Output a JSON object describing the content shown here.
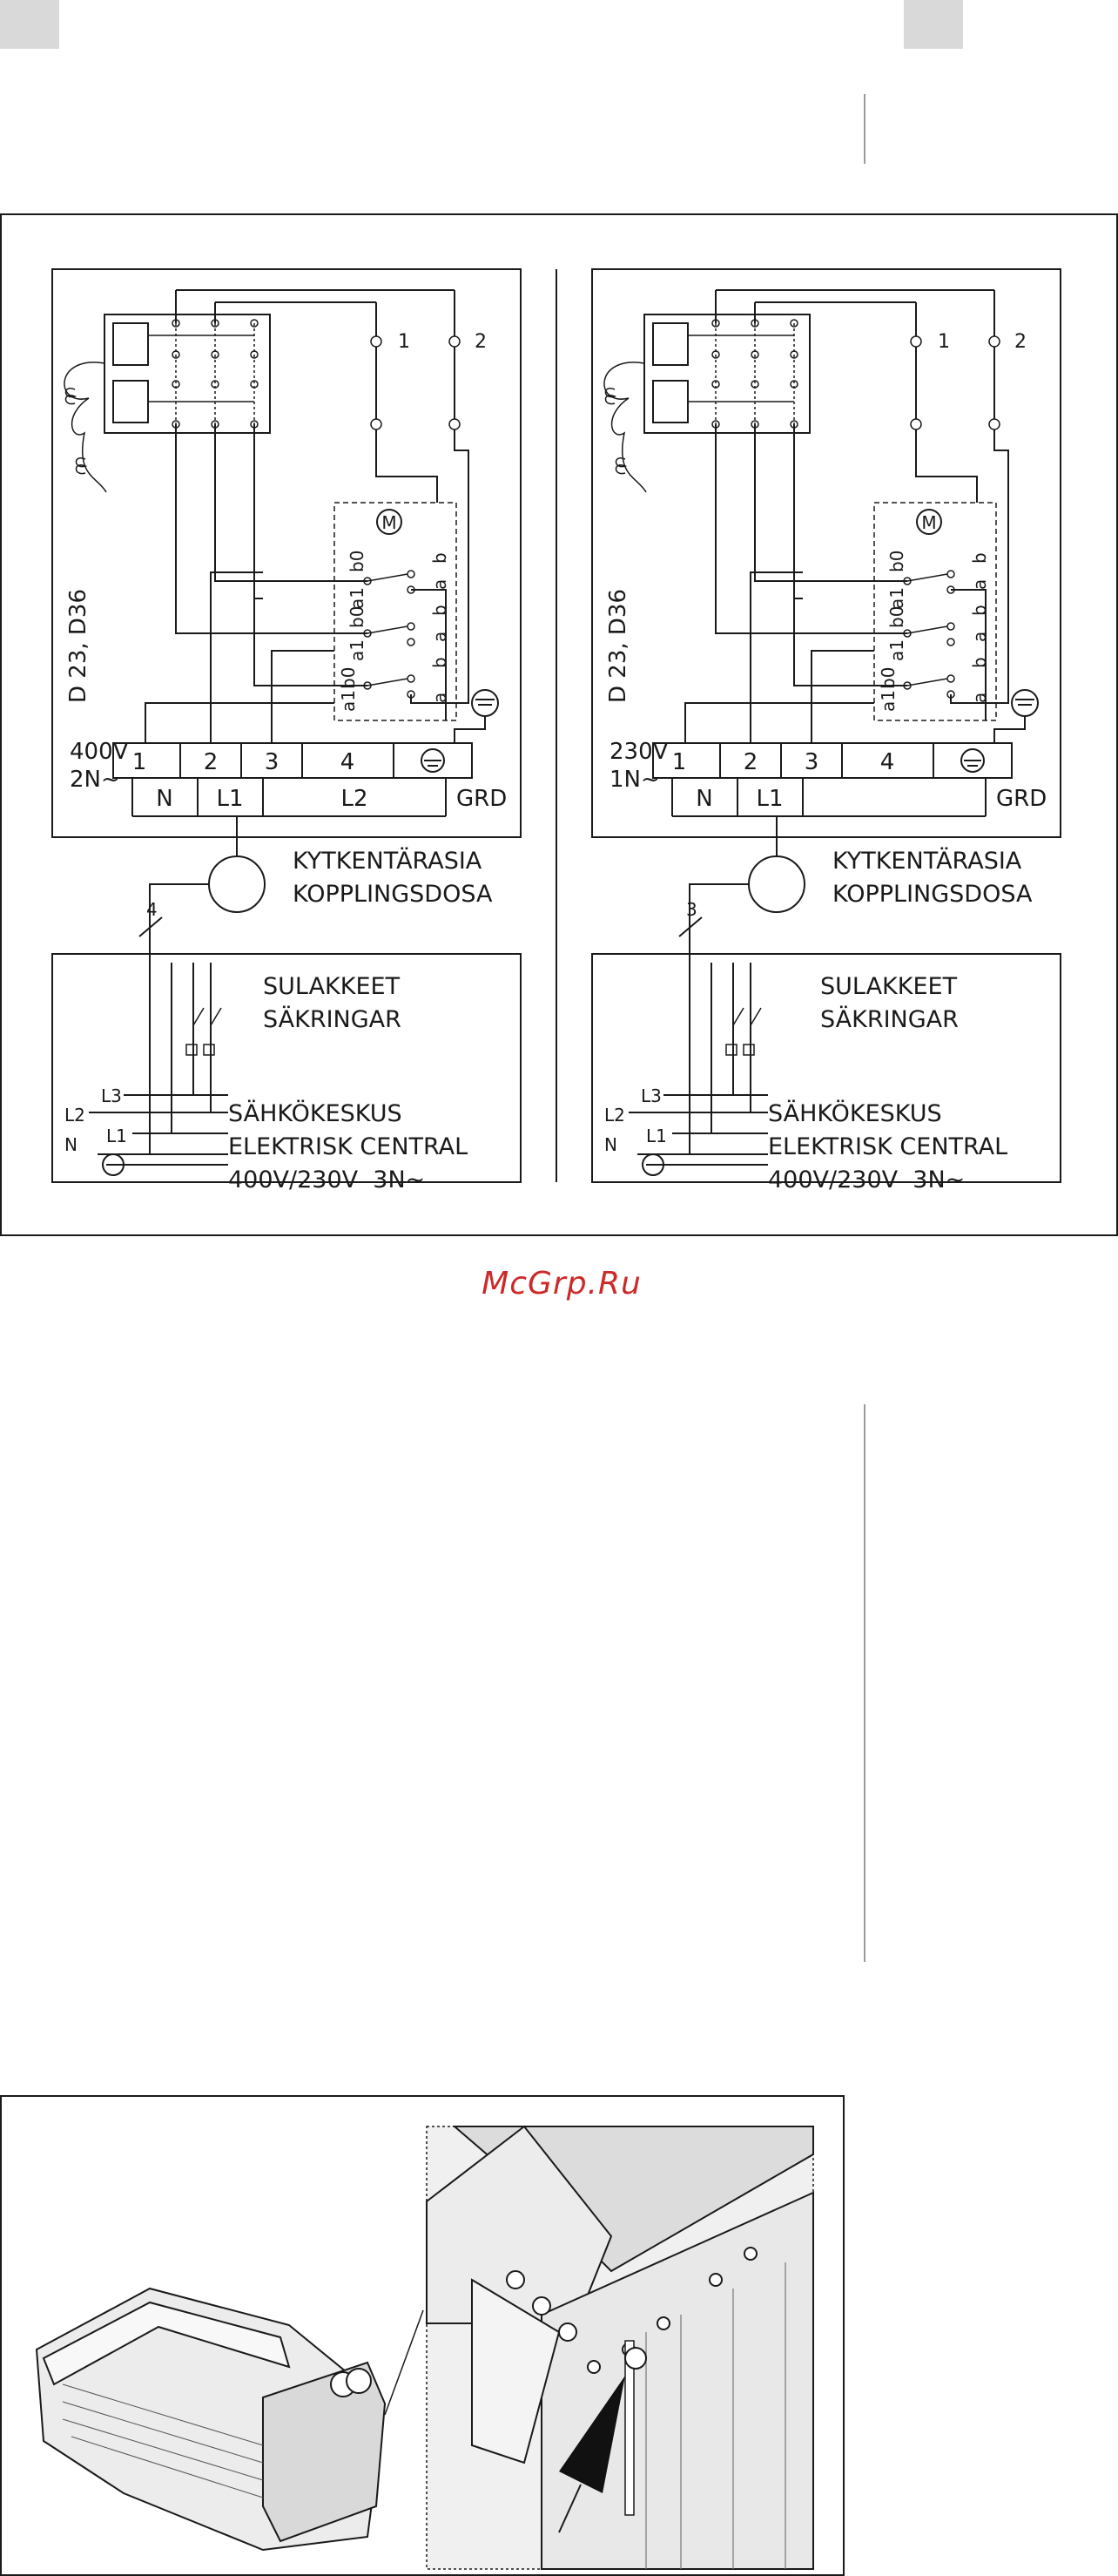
{
  "watermark": "McGrp.Ru",
  "colors": {
    "ink": "#1a1a1a",
    "tab": "#d9d9d9",
    "watermark": "#cc2a2a",
    "rule": "#9a9a9a"
  },
  "diagrams": [
    {
      "model": "D 23, D36",
      "voltage": "400V",
      "phase": "2N~",
      "terminals": [
        "1",
        "2",
        "3",
        "4"
      ],
      "supply_labels": [
        "N",
        "L1",
        "L2"
      ],
      "ground": "GRD",
      "switch_points": [
        "1",
        "2"
      ],
      "motor": "M",
      "contact_labels": [
        "b0",
        "a1",
        "b0",
        "a1",
        "b",
        "b",
        "b",
        "a",
        "a",
        "a",
        "a1",
        "b0"
      ],
      "junction_box": [
        "KYTKENTÄRASIA",
        "KOPPLINGSDOSA"
      ],
      "cable_cores": "4",
      "fuses": [
        "SULAKKEET",
        "SÄKRINGAR"
      ],
      "phases": [
        "L3",
        "L2",
        "L1",
        "N"
      ],
      "central": [
        "SÄHKÖKESKUS",
        "ELEKTRISK CENTRAL"
      ],
      "mains": "400V/230V  3N~"
    },
    {
      "model": "D 23, D36",
      "voltage": "230V",
      "phase": "1N~",
      "terminals": [
        "1",
        "2",
        "3",
        "4"
      ],
      "supply_labels": [
        "N",
        "L1"
      ],
      "ground": "GRD",
      "switch_points": [
        "1",
        "2"
      ],
      "motor": "M",
      "contact_labels": [
        "b0",
        "a1",
        "b0",
        "a1",
        "b",
        "b",
        "b",
        "a",
        "a",
        "a",
        "a1",
        "b0"
      ],
      "junction_box": [
        "KYTKENTÄRASIA",
        "KOPPLINGSDOSA"
      ],
      "cable_cores": "3",
      "fuses": [
        "SULAKKEET",
        "SÄKRINGAR"
      ],
      "phases": [
        "L3",
        "L2",
        "L1",
        "N"
      ],
      "central": [
        "SÄHKÖKESKUS",
        "ELEKTRISK CENTRAL"
      ],
      "mains": "400V/230V  3N~"
    }
  ]
}
